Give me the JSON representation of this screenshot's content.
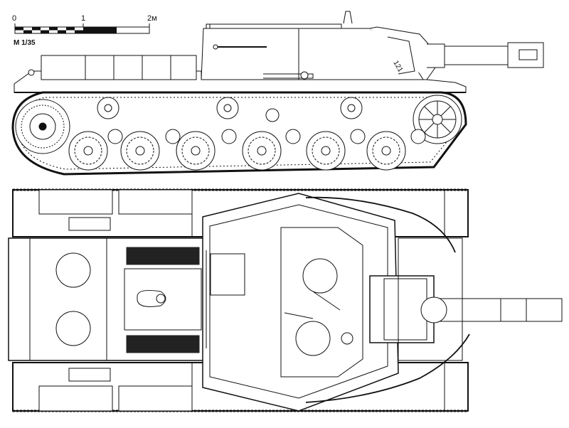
{
  "scale": {
    "labels": [
      "0",
      "1",
      "2м"
    ],
    "ratio": "M 1/35"
  },
  "markings": {
    "hull_number": "121"
  },
  "colors": {
    "line": "#111111",
    "background": "#ffffff",
    "grille": "#222222"
  },
  "views": [
    "side-view",
    "top-view"
  ]
}
